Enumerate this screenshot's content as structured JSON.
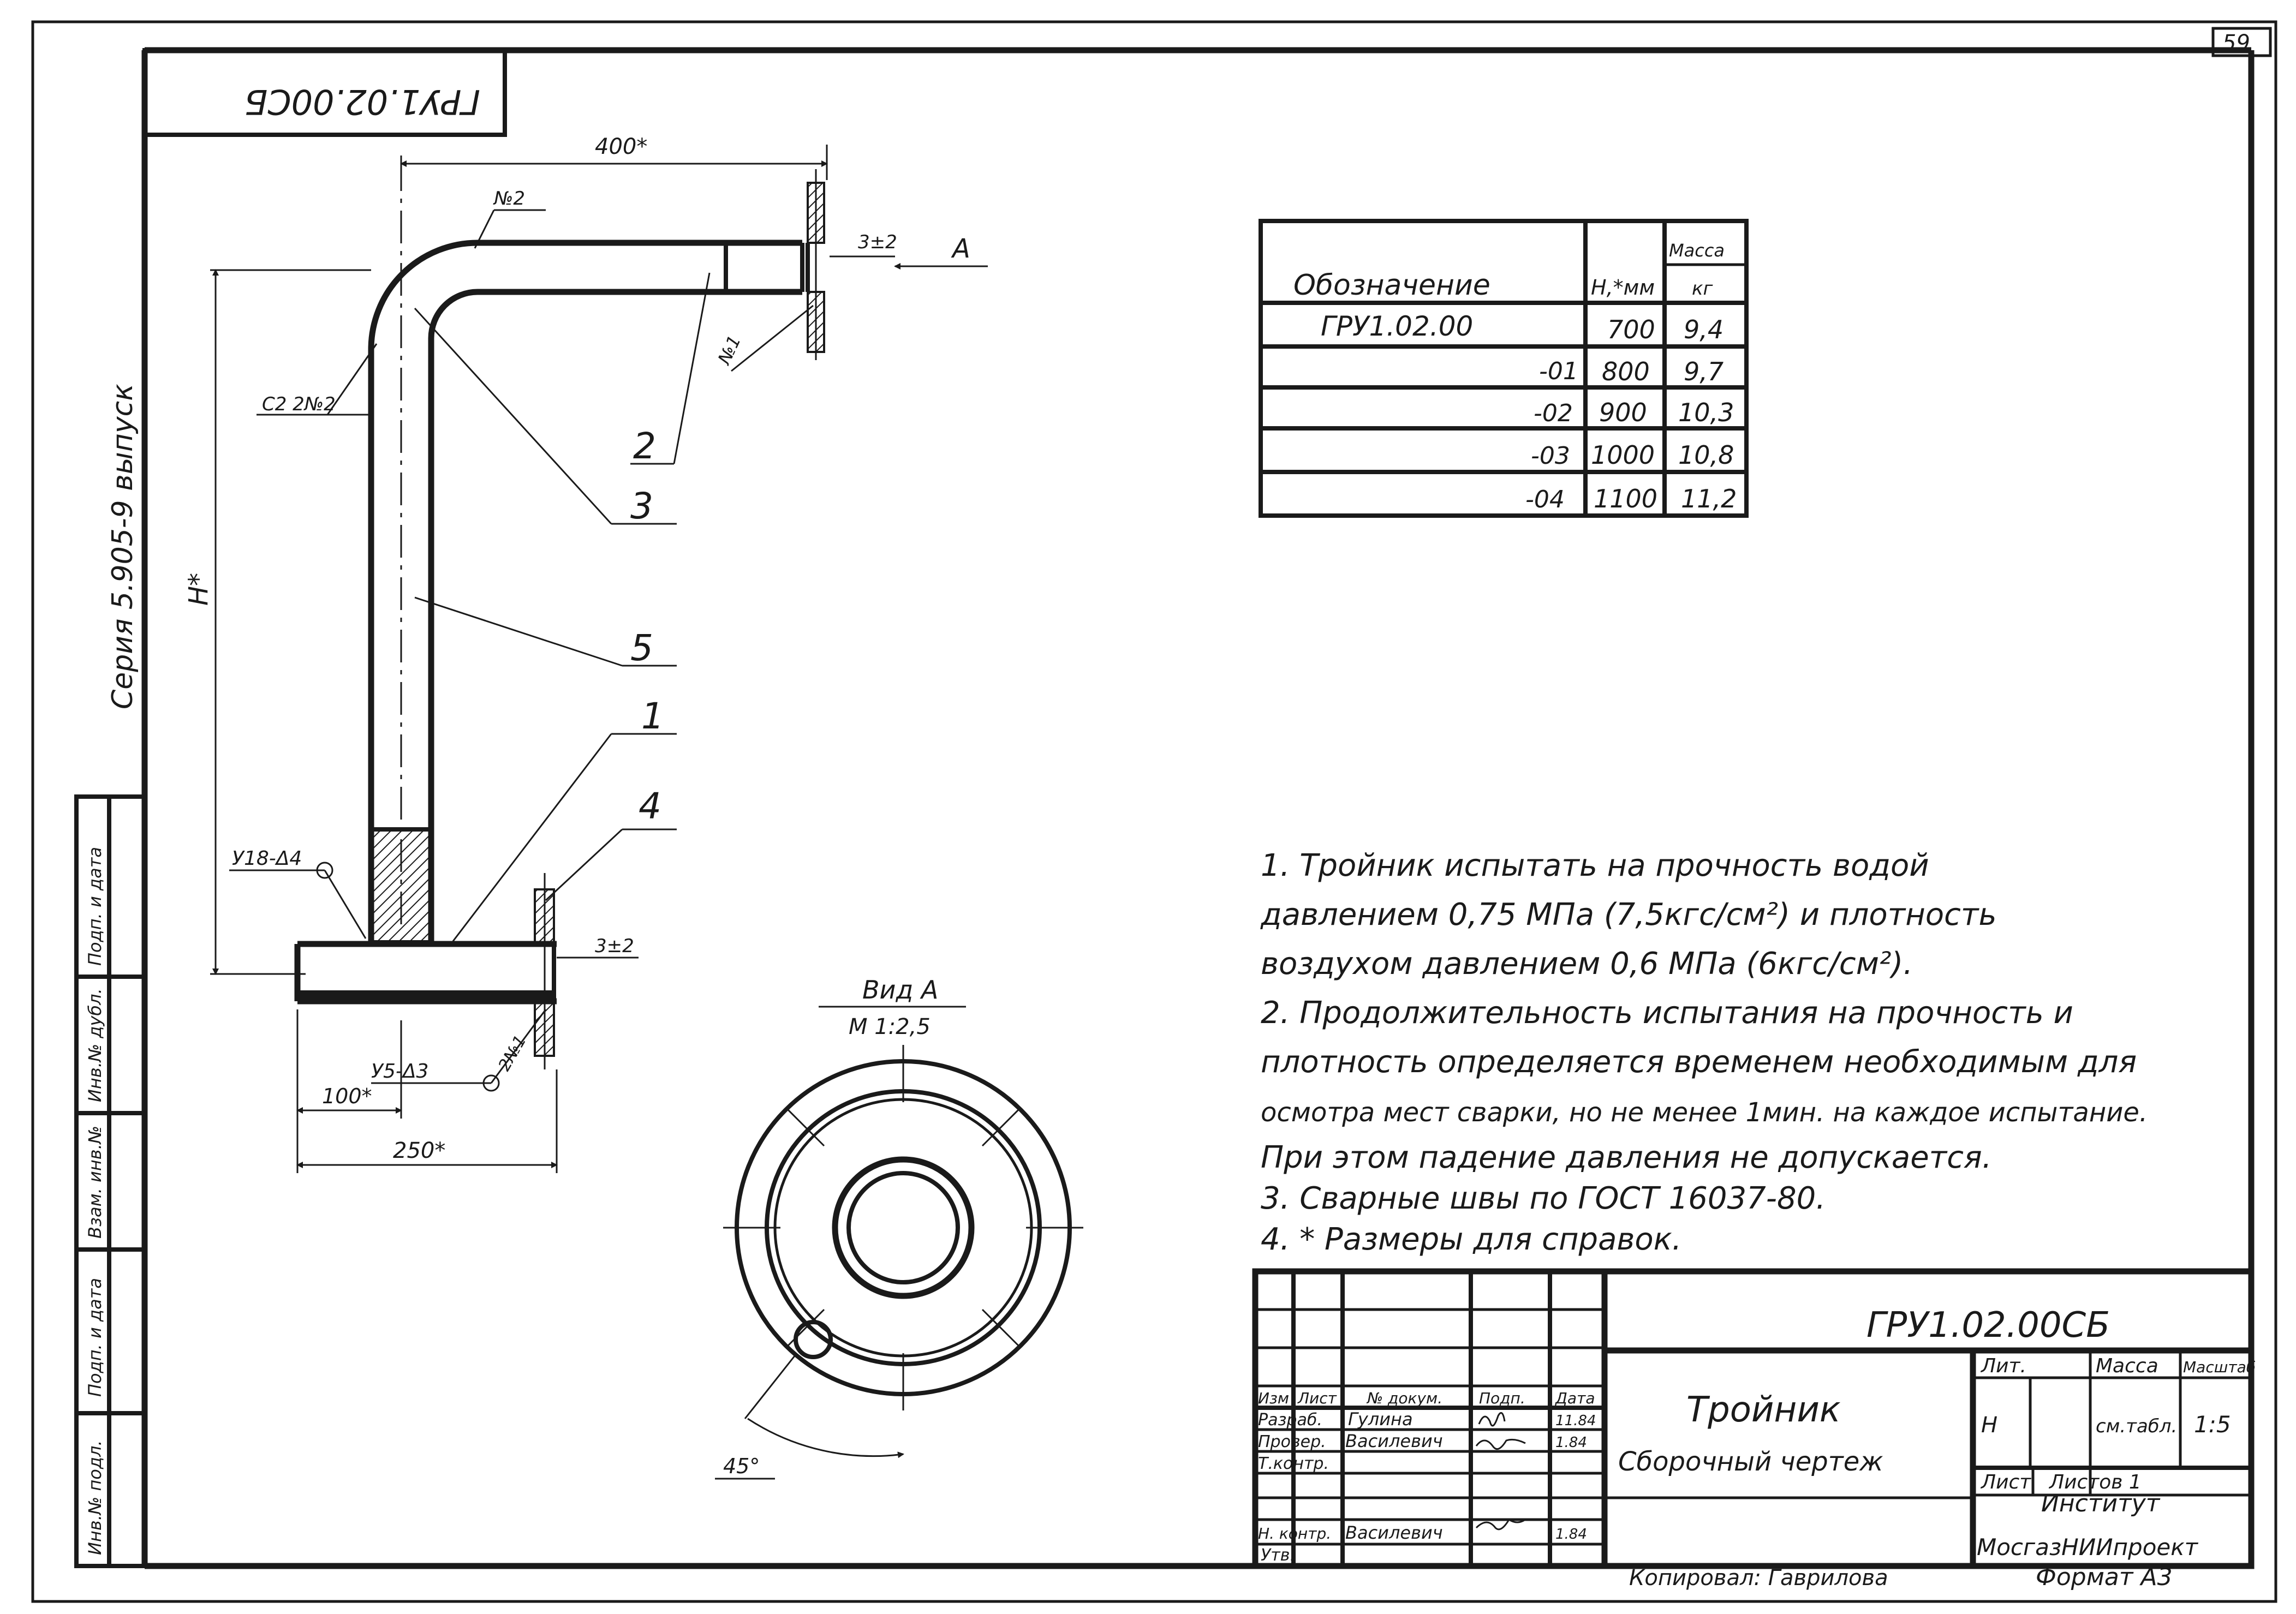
{
  "sheet": {
    "page_number": "59",
    "rotated_code": "ГРУ1.02.00СБ",
    "series_label": "Серия 5.905-9  выпуск"
  },
  "side_stamp": {
    "labels": [
      "Инв.№ подл.",
      "Подп. и дата",
      "Взам. инв.№",
      "Инв.№ дубл.",
      "Подп. и дата"
    ]
  },
  "drawing": {
    "dimensions": {
      "top_length": "400*",
      "height": "H*",
      "bottom_left": "100*",
      "bottom_total": "250*",
      "gap_top": "3±2",
      "gap_bottom": "3±2",
      "view_angle": "45°"
    },
    "weld_marks": {
      "top_bend": "№2",
      "top_flange": "№1",
      "bend_side": "С2  2№2",
      "left_weld": "У18-Δ4",
      "bottom_weld": "У5-Δ3",
      "bottom_flange": "2№1"
    },
    "callouts": [
      "2",
      "3",
      "5",
      "1",
      "4"
    ],
    "arrow_label": "А",
    "view_a": {
      "title": "Вид А",
      "scale": "М 1:2,5"
    }
  },
  "spec_table": {
    "headers": {
      "designation": "Обозначение",
      "h": "H,*мм",
      "mass_top": "Масса",
      "mass_unit": "кг"
    },
    "rows": [
      {
        "designation": "ГРУ1.02.00",
        "h": "700",
        "mass": "9,4"
      },
      {
        "designation": "-01",
        "h": "800",
        "mass": "9,7"
      },
      {
        "designation": "-02",
        "h": "900",
        "mass": "10,3"
      },
      {
        "designation": "-03",
        "h": "1000",
        "mass": "10,8"
      },
      {
        "designation": "-04",
        "h": "1100",
        "mass": "11,2"
      }
    ]
  },
  "notes": [
    "1. Тройник испытать на прочность водой",
    "давлением 0,75 МПа (7,5кгс/см²) и плотность",
    "воздухом давлением 0,6 МПа (6кгс/см²).",
    "2. Продолжительность испытания на прочность и",
    "плотность определяется временем необходимым для",
    "осмотра мест сварки, но не менее 1мин. на каждое испытание.",
    "При этом падение давления не допускается.",
    "3. Сварные швы по ГОСТ 16037-80.",
    "4. * Размеры для справок."
  ],
  "title_block": {
    "doc_code": "ГРУ1.02.00СБ",
    "title": "Тройник",
    "subtitle": "Сборочный чертеж",
    "col_headers": {
      "izm": "Изм",
      "list": "Лист",
      "doc": "№ докум.",
      "sign": "Подп.",
      "date": "Дата"
    },
    "roles": [
      {
        "role": "Разраб.",
        "name": "Гулина",
        "date": "11.84"
      },
      {
        "role": "Провер.",
        "name": "Василевич",
        "date": "1.84"
      },
      {
        "role": "Т.контр.",
        "name": "",
        "date": ""
      },
      {
        "role": "",
        "name": "",
        "date": ""
      },
      {
        "role": "Н. контр.",
        "name": "Василевич",
        "date": "1.84"
      },
      {
        "role": "Утв.",
        "name": "",
        "date": ""
      }
    ],
    "lit_header": "Лит.",
    "mass_header": "Масса",
    "scale_header": "Масштаб",
    "lit_value": "Н",
    "mass_value": "см.табл.",
    "scale_value": "1:5",
    "sheet_label": "Лист",
    "sheets_label": "Листов 1",
    "org_line1": "Институт",
    "org_line2": "МосгазНИИпроект"
  },
  "footer": {
    "copied_by": "Копировал: Гаврилова",
    "format": "Формат А3"
  }
}
